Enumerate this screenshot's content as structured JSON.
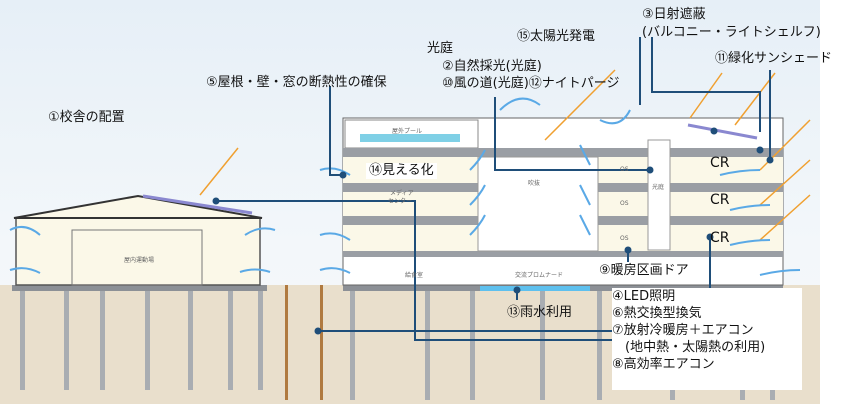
{
  "labels": {
    "campus_layout": "①校舎の配置",
    "insulation": "⑤屋根・壁・窓の断熱性の確保",
    "light_court": "光庭",
    "natural_light": "②自然採光(光庭)",
    "wind_path": "⑩風の道(光庭)⑫ナイトパージ",
    "solar_power": "⑮太陽光発電",
    "shading_1": "③日射遮蔽",
    "shading_2": "(バルコニー・ライトシェルフ)",
    "green_shade": "⑪緑化サンシェード",
    "visualization": "⑭見える化",
    "heating_door": "⑨暖房区画ドア",
    "rainwater": "⑬雨水利用"
  },
  "equipment_box": [
    "④LED照明",
    "⑥熱交換型換気",
    "⑦放射冷暖房＋エアコン",
    "　(地中熱・太陽熱の利用)",
    "⑧高効率エアコン"
  ],
  "rooms": {
    "pool": "屋外プール",
    "atrium": "吹抜",
    "media_center_1": "メディア",
    "media_center_2": "センター",
    "light_court_small": "光庭",
    "kitchen": "給食室",
    "promenade": "交流プロムナード",
    "gym": "屋内運動場",
    "os": "OS",
    "cr": "CR"
  },
  "colors": {
    "leader": "#1f4e79",
    "airflow": "#5aa9e6",
    "sunray": "#f0a030",
    "ground": "#e9dfcc",
    "floor": "#fbf8e8"
  }
}
